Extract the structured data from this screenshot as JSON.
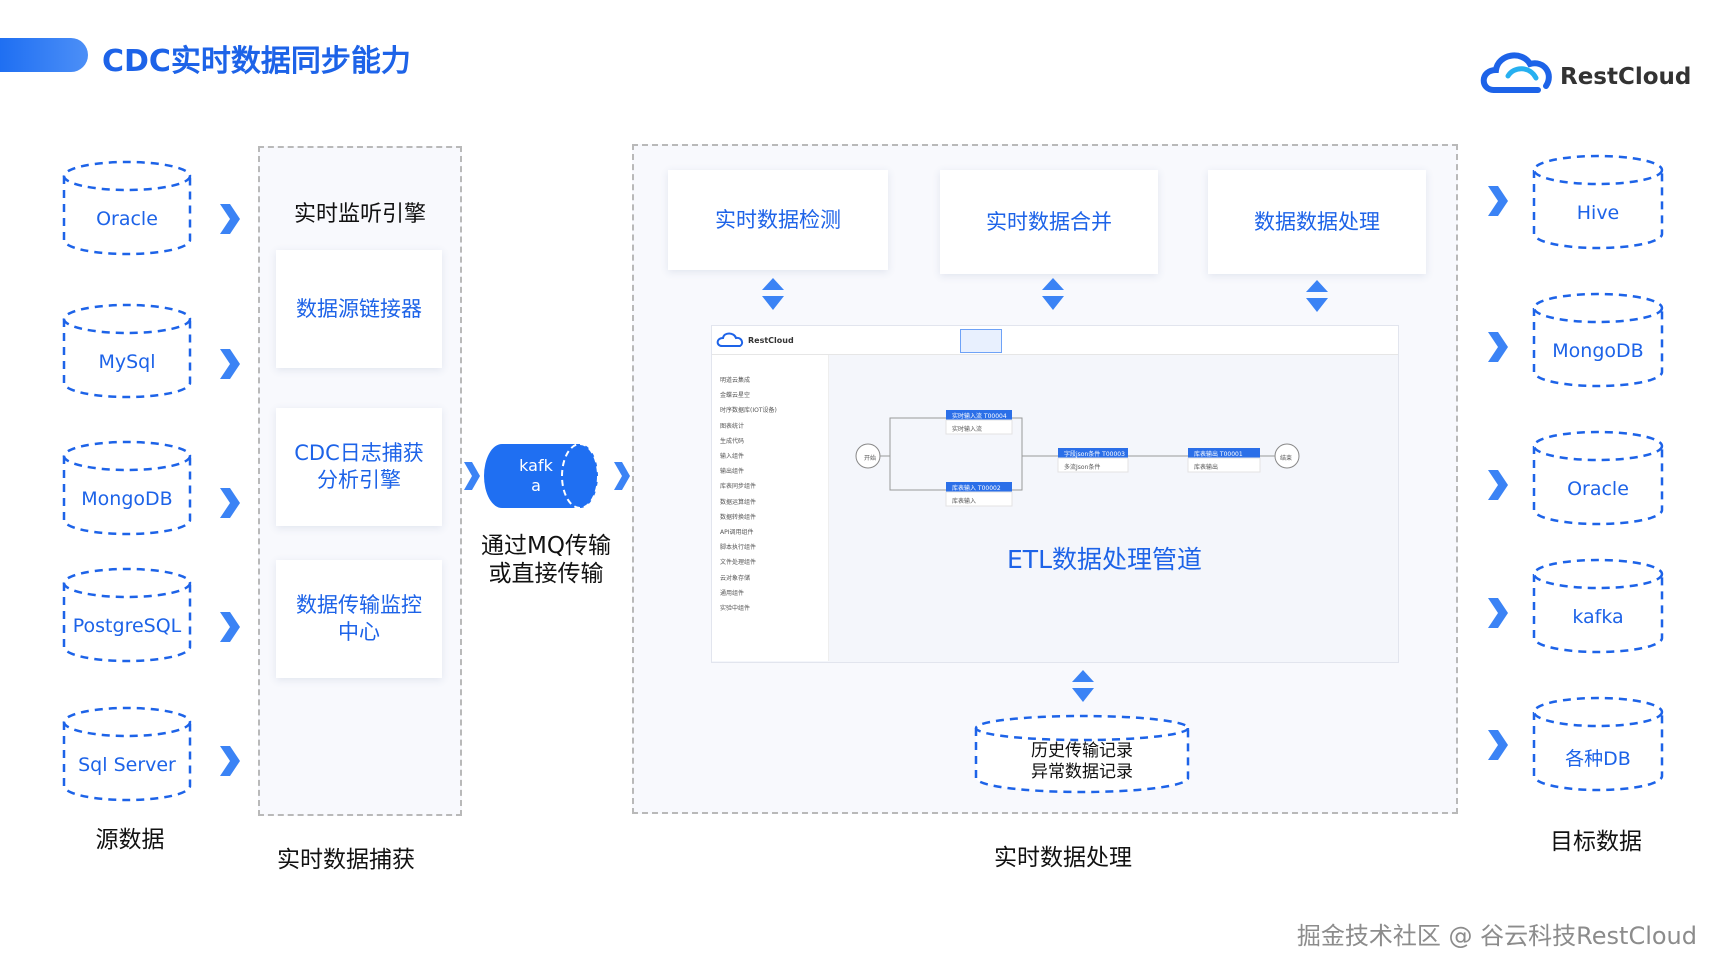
{
  "title": "CDC实时数据同步能力",
  "logo_text": "RestCloud",
  "sources": [
    "Oracle",
    "MySql",
    "MongoDB",
    "PostgreSQL",
    "Sql Server"
  ],
  "source_caption": "源数据",
  "capture": {
    "header": "实时监听引擎",
    "cards": [
      "数据源链接器",
      "CDC日志捕获\n分析引擎",
      "数据传输监控\n中心"
    ],
    "caption": "实时数据捕获"
  },
  "mq": {
    "label_top": "kafk",
    "label_bottom": "a",
    "caption_line1": "通过MQ传输",
    "caption_line2": "或直接传输"
  },
  "processing": {
    "cards": [
      "实时数据检测",
      "实时数据合并",
      "数据数据处理"
    ],
    "etl_label": "ETL数据处理管道",
    "history_line1": "历史传输记录",
    "history_line2": "异常数据记录",
    "caption": "实时数据处理"
  },
  "targets": [
    "Hive",
    "MongoDB",
    "Oracle",
    "kafka",
    "各种DB"
  ],
  "target_caption": "目标数据",
  "watermark": "掘金技术社区 @ 谷云科技RestCloud",
  "mini_app": {
    "logo": "RestCloud",
    "sidebar": [
      "明道云集成",
      "金蝶云星空",
      "时序数据库(IOT设备)",
      "图表统计",
      "生成代码",
      "输入组件",
      "输出组件",
      "库表同步组件",
      "数据运算组件",
      "数据转换组件",
      "API调用组件",
      "脚本执行组件",
      "文件处理组件",
      "云对象存储",
      "通用组件",
      "实验中组件"
    ],
    "nodes": [
      "开始",
      "实时输入流  T00004",
      "库表输入  T00002",
      "字段json条件  T00003",
      "库表输出  T00001",
      "结束"
    ],
    "node_sub": [
      "实时输入流",
      "库表输入",
      "多流Json条件",
      "库表输出"
    ]
  },
  "colors": {
    "accent": "#1d63e8",
    "panel_border": "#b9b9b9",
    "kafka": "#1f6ff2"
  }
}
